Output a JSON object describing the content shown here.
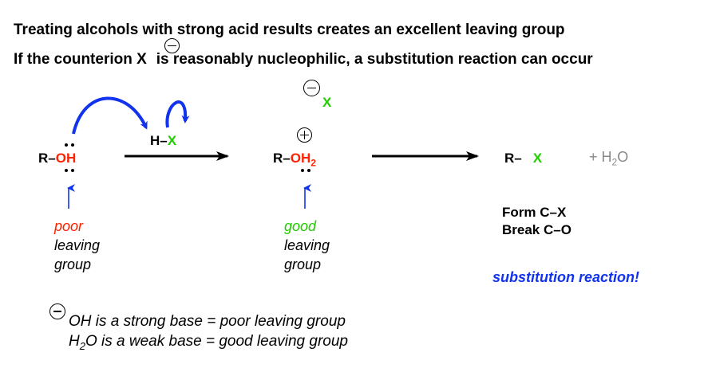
{
  "heading": {
    "line1": "Treating alcohols with strong acid results creates an excellent leaving group",
    "line2_a": "If the counterion X",
    "line2_b": "is reasonably nucleophilic, a substitution reaction can occur"
  },
  "reactant": {
    "r": "R–",
    "oh": "OH"
  },
  "reagent": {
    "h": "H–",
    "x": "X"
  },
  "intermediate": {
    "r": "R–",
    "o": "O",
    "h2": "H",
    "sub": "2"
  },
  "counterion": {
    "x": "X"
  },
  "product": {
    "r": "R–",
    "x": "X",
    "water": "+ H",
    "water_sub": "2",
    "water_o": "O"
  },
  "poor_label": {
    "poor": "poor",
    "leaving": "leaving",
    "group": "group"
  },
  "good_label": {
    "good": "good",
    "leaving": "leaving",
    "group": "group"
  },
  "bond_changes": {
    "form": "Form C–X",
    "break": "Break C–O"
  },
  "substitution": "substitution reaction!",
  "notes": {
    "line1": "OH is a strong base = poor leaving group",
    "line2_h": "H",
    "line2_sub": "2",
    "line2_rest": "O is a weak base = good leaving group"
  },
  "colors": {
    "red": "#ff2200",
    "green": "#22cc00",
    "blue": "#1133ee",
    "gray": "#888888",
    "black": "#000000"
  }
}
